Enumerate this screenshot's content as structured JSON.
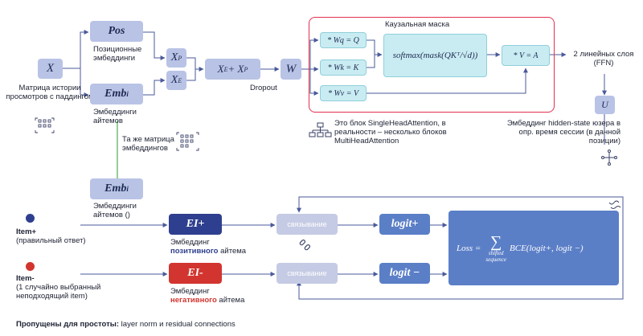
{
  "header": {
    "title": "Каузальная маска"
  },
  "left": {
    "x": "X",
    "x_caption": "Матрица истории просмотров с паддингом",
    "pos": "Pos",
    "pos_caption": "Позиционные эмбеддинги",
    "emb": "Emb",
    "emb_sub": "i",
    "emb_caption": "Эмбеддинги айтемов",
    "same_matrix": "Та же матрица эмбеддингов",
    "emb2_caption": "Эмбеддинги айтемов ()"
  },
  "mid": {
    "xp": "X",
    "xp_sub": "P",
    "xe": "X",
    "xe_sub": "E",
    "sum_a": "X",
    "sum_a_sub": "E",
    "sum_plus": " + X",
    "sum_b_sub": "P",
    "dropout": "Dropout",
    "w": "W"
  },
  "attention": {
    "wq": "* Wq = Q",
    "wk": "* Wk = K",
    "wv": "* Wv = V",
    "softmax": "softmax(mask(QKᵀ/√d))",
    "result": "* V = A",
    "note": "Это блок SingleHeadAttention, в реальности – несколько блоков MultiHeadAttention"
  },
  "ffn": {
    "label": "2 линейных слоя (FFN)",
    "u": "U",
    "u_caption": "Эмбеддинг hidden-state юзера в опр. время сессии (в данной позиции)"
  },
  "items": {
    "pos_title": "Item+",
    "pos_sub": "(правильный ответ)",
    "neg_title": "Item-",
    "neg_sub": "(1 случайно выбранный неподходящий item)",
    "ei_pos": "EI+",
    "ei_pos_caption_a": "Эмбеддинг",
    "ei_pos_caption_b": "позитивного",
    "ei_pos_caption_c": " айтема",
    "ei_neg": "EI-",
    "ei_neg_caption_a": "Эмбеддинг",
    "ei_neg_caption_b": "негативного",
    "ei_neg_caption_c": " айтема",
    "bind_pos": "связывание",
    "bind_neg": "связывание",
    "logit_pos": "logit+",
    "logit_neg": "logit −",
    "loss_left": "Loss =",
    "loss_sum": "∑",
    "loss_right": "BCE(logit+, logit −)",
    "loss_under_1": "shifted",
    "loss_under_2": "sequence"
  },
  "footer": {
    "bold": "Пропущены для простоты:",
    "rest": " layer norm и residual connections"
  },
  "colors": {
    "frame": "#e2304e",
    "positive": "#2f3f8f",
    "negative": "#d2352f",
    "accent": "#5b7fc7"
  }
}
